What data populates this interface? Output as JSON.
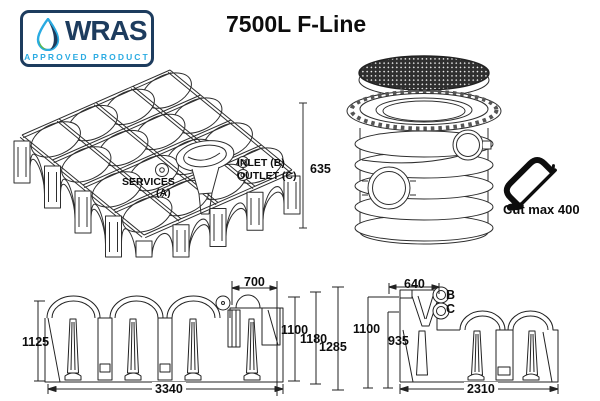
{
  "title": "7500L F-Line",
  "wras": {
    "brand": "WRAS",
    "subtitle": "APPROVED PRODUCT",
    "colors": {
      "navy": "#1d3c5e",
      "blue": "#2aabe2",
      "green": "#5cb947"
    }
  },
  "iso_view": {
    "services_label": "SERVICES",
    "services_ref": "(A)",
    "inlet_label": "INLET (B)",
    "outlet_label": "OUTLET (C)"
  },
  "turret_view": {
    "height_dim": "635",
    "cut_note": "Cut max 400",
    "icons": {
      "saw": "hacksaw-icon",
      "lid_texture": "diamond-plate-pattern"
    }
  },
  "front_view": {
    "dim_top_width": "700",
    "dim_height_left": "1125",
    "dim_h1": "1100",
    "dim_h2": "1180",
    "dim_h3": "1285",
    "dim_bottom_width": "3340"
  },
  "side_view": {
    "dim_top_width": "640",
    "port_b": "B",
    "port_c": "C",
    "dim_h1": "1100",
    "dim_h2": "935",
    "dim_bottom_width": "2310"
  },
  "colors": {
    "line": "#222222",
    "background": "#ffffff"
  }
}
